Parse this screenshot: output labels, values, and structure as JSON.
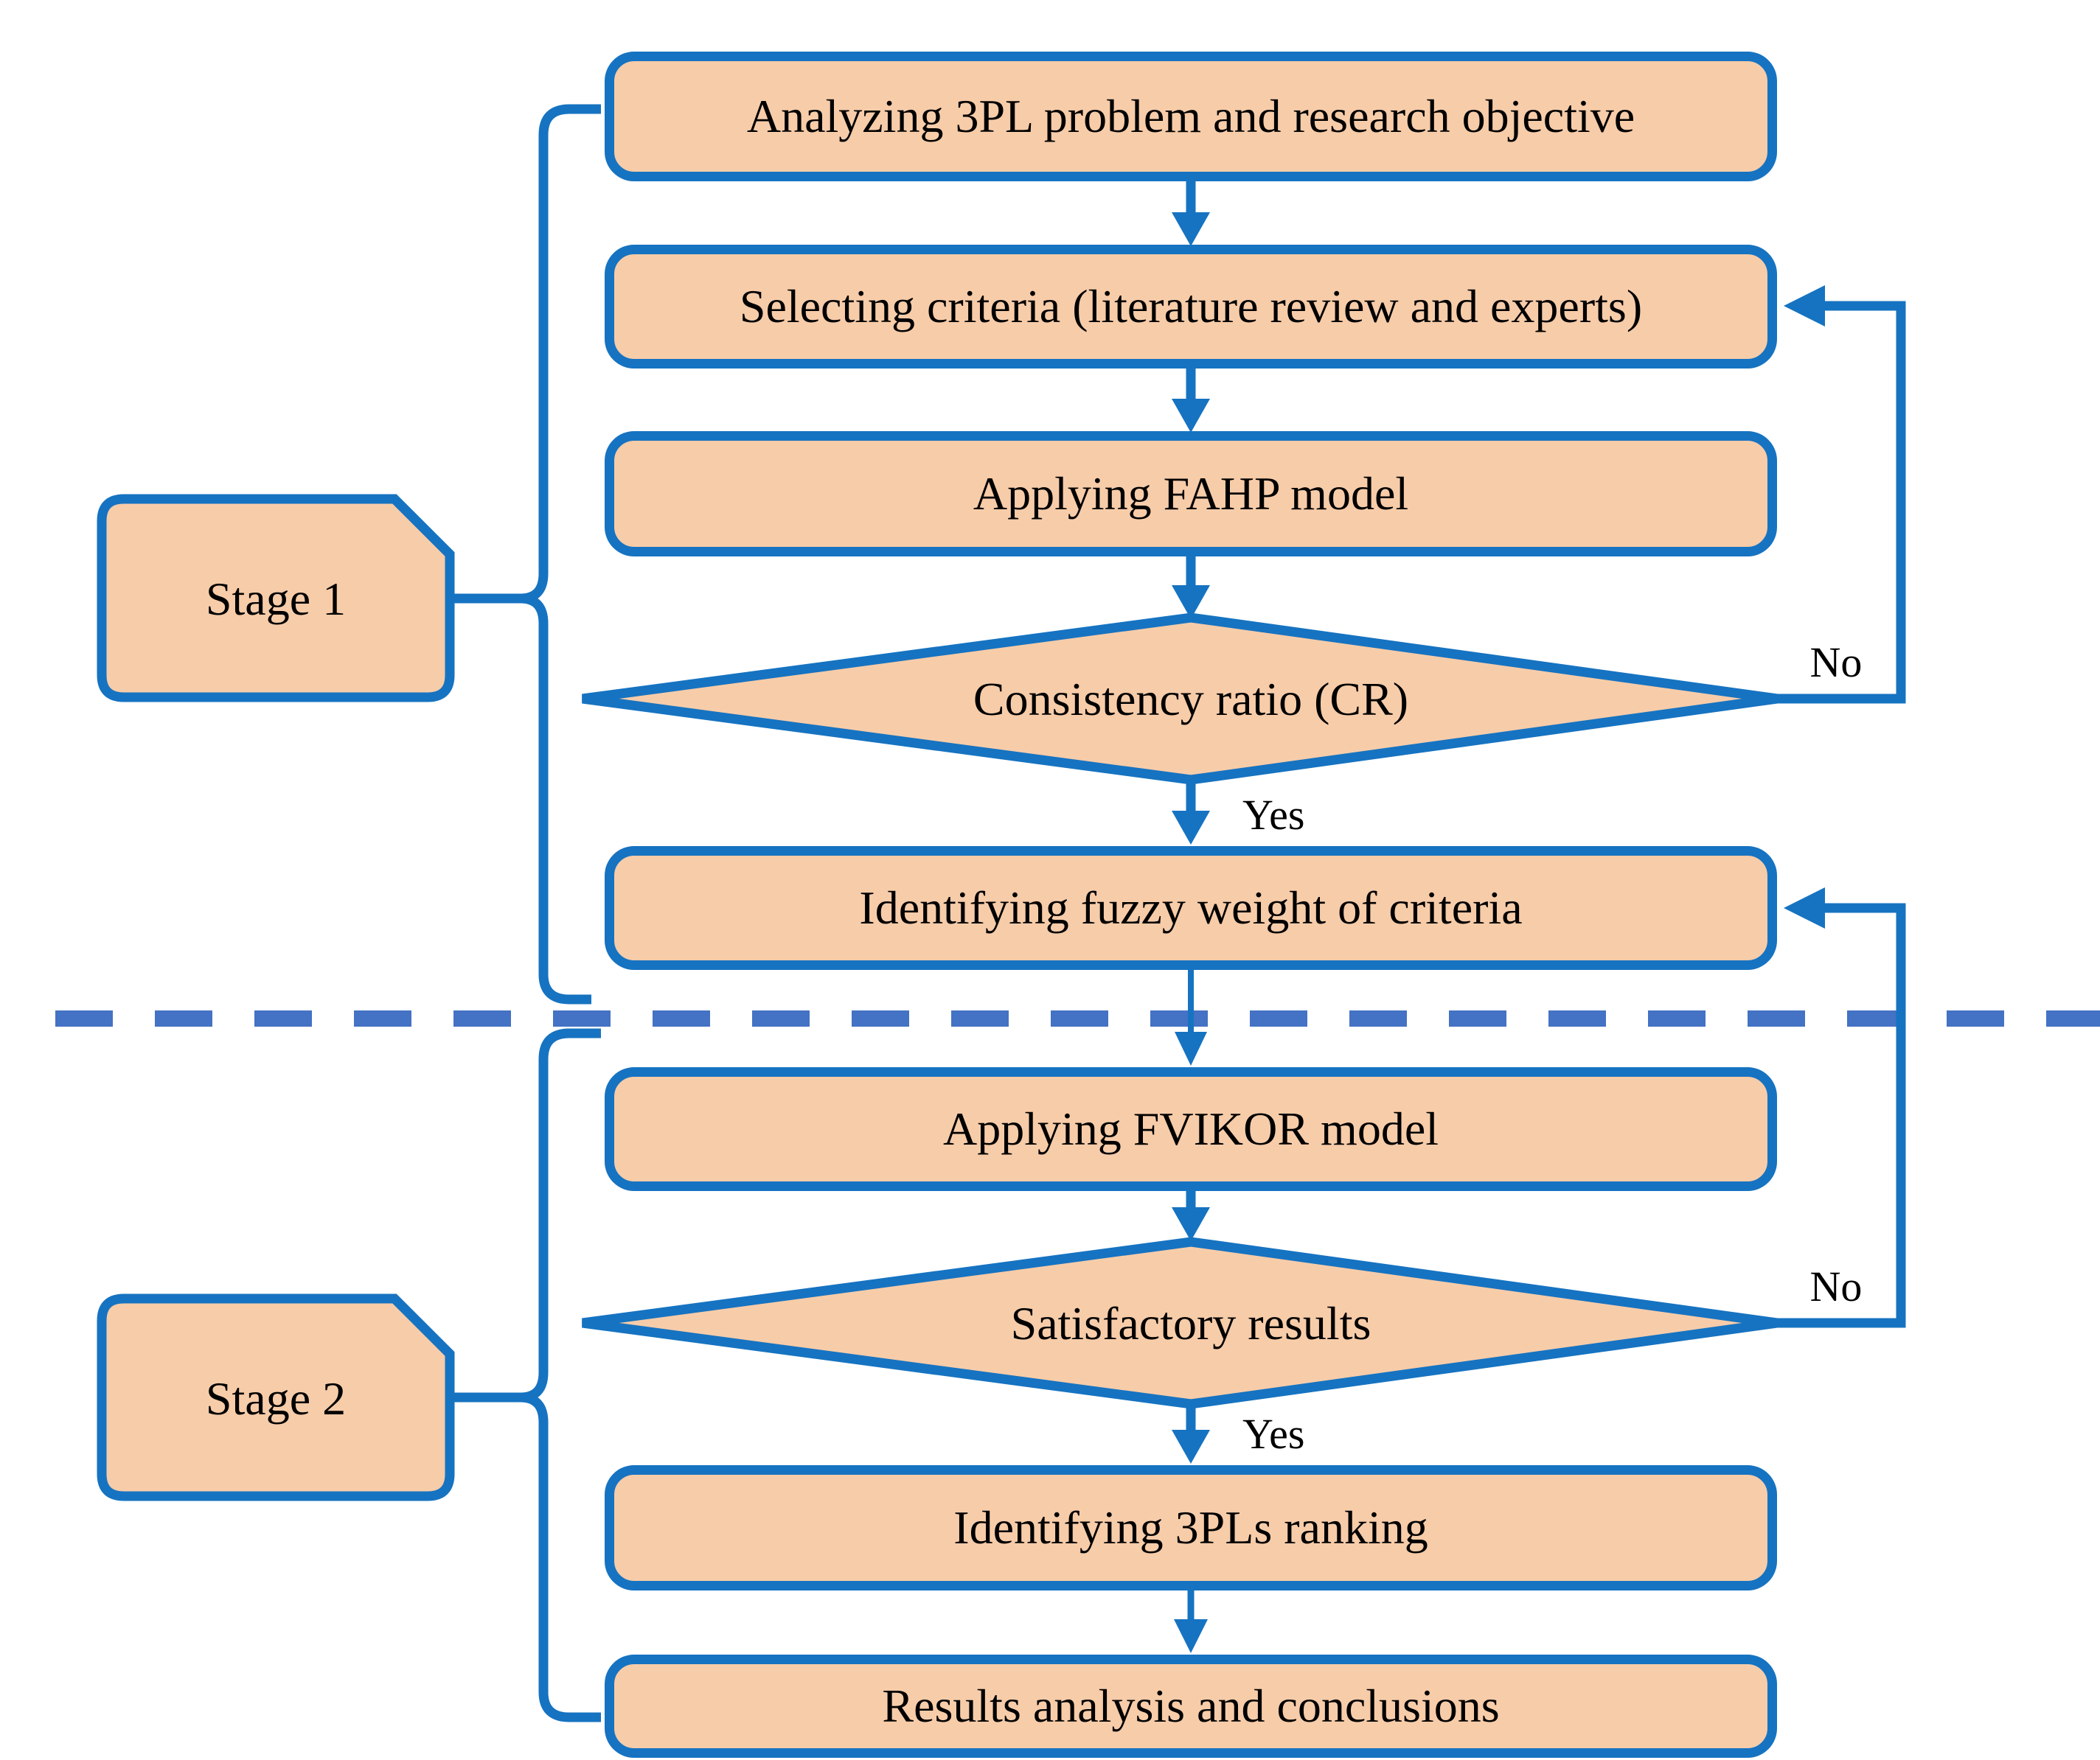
{
  "diagram": {
    "stages": [
      {
        "label": "Stage 1"
      },
      {
        "label": "Stage 2"
      }
    ],
    "nodes": {
      "box1": "Analyzing 3PL problem and research objective",
      "box2": "Selecting criteria (literature review and experts)",
      "box3": "Applying FAHP model",
      "decision1": "Consistency ratio (CR)",
      "box4": "Identifying fuzzy weight of criteria",
      "box5": "Applying FVIKOR model",
      "decision2": "Satisfactory results",
      "box6": "Identifying 3PLs ranking",
      "box7": "Results analysis and conclusions"
    },
    "edge_labels": {
      "decision1_yes": "Yes",
      "decision1_no": "No",
      "decision2_yes": "Yes",
      "decision2_no": "No"
    },
    "edges": [
      {
        "from": "box1",
        "to": "box2"
      },
      {
        "from": "box2",
        "to": "box3"
      },
      {
        "from": "box3",
        "to": "decision1"
      },
      {
        "from": "decision1",
        "to": "box4",
        "label": "Yes"
      },
      {
        "from": "decision1",
        "to": "box2",
        "label": "No"
      },
      {
        "from": "box4",
        "to": "box5"
      },
      {
        "from": "box5",
        "to": "decision2"
      },
      {
        "from": "decision2",
        "to": "box6",
        "label": "Yes"
      },
      {
        "from": "decision2",
        "to": "box4",
        "label": "No"
      },
      {
        "from": "box6",
        "to": "box7"
      }
    ],
    "colors": {
      "node_fill": "#F7CCA9",
      "node_border": "#1673C1",
      "connector": "#1673C1",
      "divider_dash": "#4472C4",
      "text": "#000000"
    }
  }
}
